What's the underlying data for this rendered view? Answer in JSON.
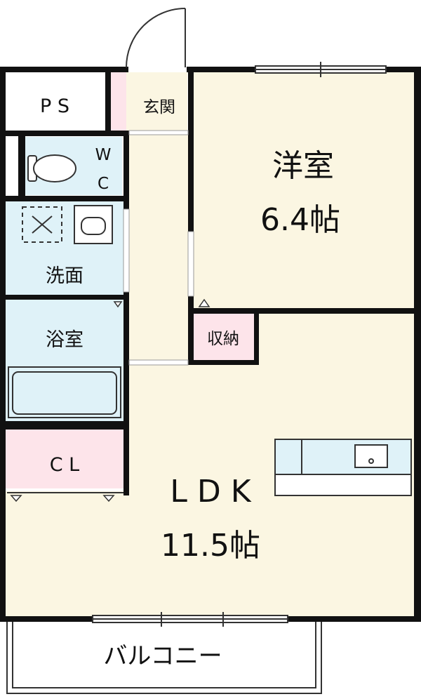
{
  "labels": {
    "ps": "P S",
    "genkan": "玄関",
    "wc_w": "W",
    "wc_c": "C",
    "yoshitsu_name": "洋室",
    "yoshitsu_size": "6.4帖",
    "senmen": "洗面",
    "yokushitsu": "浴室",
    "shuno": "収納",
    "cl": "C L",
    "ldk_name": "L D K",
    "ldk_size": "11.5帖",
    "balcony": "バルコニー"
  },
  "colors": {
    "wall": "#111111",
    "room_floor": "#fbf6e2",
    "wet_area": "#dff2f8",
    "storage": "#fde4ea",
    "outline": "#333333"
  }
}
